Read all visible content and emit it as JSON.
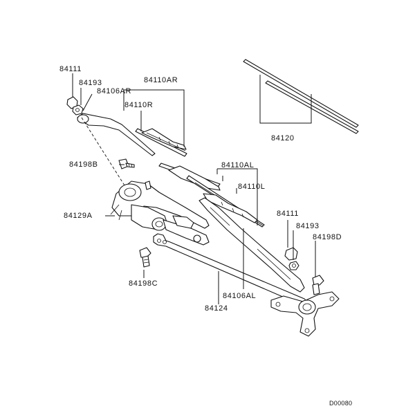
{
  "labels": {
    "p84111_top": "84111",
    "p84193_top": "84193",
    "p84106AR": "84106AR",
    "p84110AR": "84110AR",
    "p84110R": "84110R",
    "p84120": "84120",
    "p84198B": "84198B",
    "p84110AL": "84110AL",
    "p84110L": "84110L",
    "p84129A": "84129A",
    "p84111_right": "84111",
    "p84193_right": "84193",
    "p84198D": "84198D",
    "p84198C": "84198C",
    "p84106AL": "84106AL",
    "p84124": "84124"
  },
  "diagram_code": "D00080"
}
